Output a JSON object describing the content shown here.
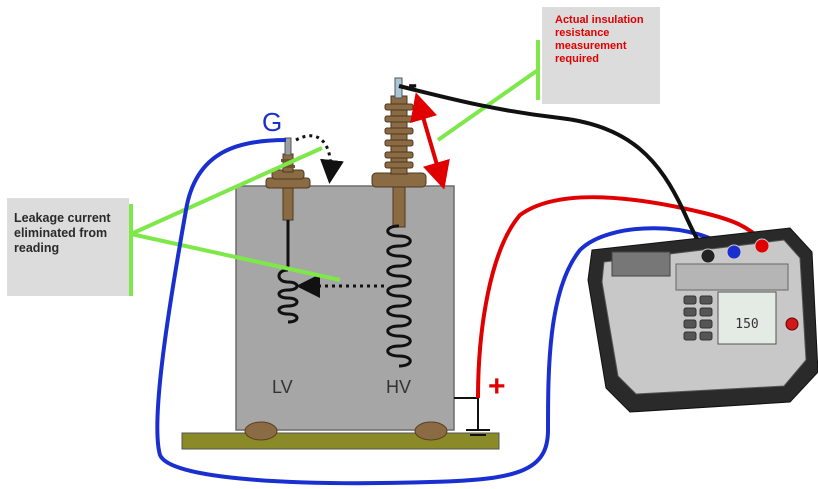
{
  "labels": {
    "g_terminal": "G",
    "minus_terminal": "-",
    "plus_terminal": "+",
    "lv_winding": "LV",
    "hv_winding": "HV"
  },
  "callouts": {
    "leakage": "Leakage current eliminated from reading",
    "measurement": "Actual insulation resistance measurement required"
  },
  "tester_display_reading": "150",
  "colors": {
    "guard_lead": "#1a2fd0",
    "positive_lead": "#e00000",
    "negative_lead": "#111111",
    "pointer_lines": "#7ee84a",
    "callout_bg": "#dcdcdc"
  }
}
